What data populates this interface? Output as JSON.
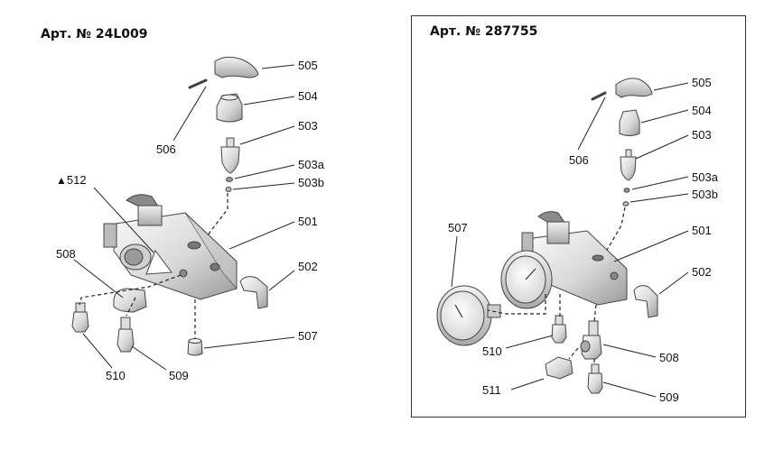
{
  "left": {
    "title": "Арт. № 24L009",
    "callouts": [
      "505",
      "504",
      "503",
      "506",
      "503a",
      "503b",
      "512",
      "501",
      "508",
      "502",
      "507",
      "510",
      "509"
    ]
  },
  "right": {
    "title": "Арт. № 287755",
    "callouts": [
      "505",
      "504",
      "503",
      "506",
      "503a",
      "503b",
      "507",
      "501",
      "502",
      "510",
      "508",
      "511",
      "509"
    ]
  },
  "icons": {
    "warning_marker": "triangle-icon"
  }
}
